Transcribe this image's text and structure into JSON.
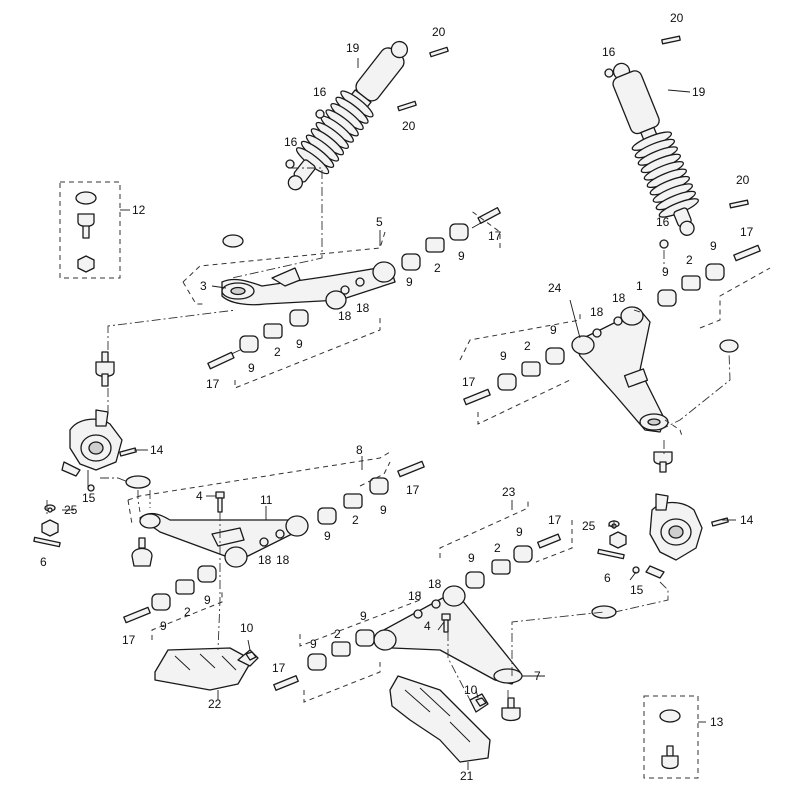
{
  "callouts": {
    "c1": "1",
    "c2a": "2",
    "c2b": "2",
    "c2c": "2",
    "c2d": "2",
    "c2e": "2",
    "c2f": "2",
    "c2g": "2",
    "c2h": "2",
    "c3": "3",
    "c4a": "4",
    "c4b": "4",
    "c5": "5",
    "c6a": "6",
    "c6b": "6",
    "c7": "7",
    "c8": "8",
    "c9": "9",
    "c10a": "10",
    "c10b": "10",
    "c11": "11",
    "c12": "12",
    "c13": "13",
    "c14a": "14",
    "c14b": "14",
    "c15a": "15",
    "c15b": "15",
    "c16a": "16",
    "c16b": "16",
    "c16c": "16",
    "c16d": "16",
    "c17a": "17",
    "c17b": "17",
    "c17c": "17",
    "c17d": "17",
    "c17e": "17",
    "c17f": "17",
    "c17g": "17",
    "c17h": "17",
    "c18a": "18",
    "c18b": "18",
    "c18c": "18",
    "c18d": "18",
    "c18e": "18",
    "c18f": "18",
    "c18g": "18",
    "c19a": "19",
    "c19b": "19",
    "c20a": "20",
    "c20b": "20",
    "c20c": "20",
    "c20d": "20",
    "c21": "21",
    "c22": "22",
    "c23": "23",
    "c24": "24",
    "c25a": "25",
    "c25b": "25"
  }
}
